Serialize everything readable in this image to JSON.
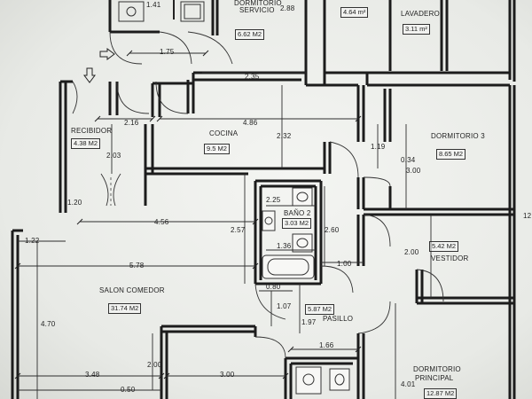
{
  "rooms": {
    "dormitorio_servicio": {
      "name_line1": "DORMITORIO",
      "name_line2": "SERVICIO",
      "area": "6.62 M2"
    },
    "lavadero": {
      "name": "LAVADERO",
      "area": "3.11 m²"
    },
    "top_area": "4.64 m²",
    "recibidor": {
      "name": "RECIBIDOR",
      "area": "4.38 M2"
    },
    "cocina": {
      "name": "COCINA",
      "area": "9.5 M2"
    },
    "dormitorio_3": {
      "name": "DORMITORIO 3",
      "area": "8.65 M2"
    },
    "bano_2": {
      "name": "BAÑO 2",
      "area": "3.03 M2"
    },
    "vestidor": {
      "name": "VESTIDOR",
      "area": "5.42 M2"
    },
    "salon_comedor": {
      "name": "SALON COMEDOR",
      "area": "31.74 M2"
    },
    "pasillo": {
      "name": "PASILLO",
      "area": "5.87 M2"
    },
    "dormitorio_principal": {
      "name_line1": "DORMITORIO",
      "name_line2": "PRINCIPAL",
      "area": "12.87 M2"
    }
  },
  "dimensions": {
    "d_1_41": "1.41",
    "d_2_88": "2.88",
    "d_1_75": "1.75",
    "d_2_35": "2.35",
    "d_2_16": "2.16",
    "d_4_86": "4.86",
    "d_2_32": "2.32",
    "d_1_19": "1.19",
    "d_0_34": "0.34",
    "d_3_00_right": "3.00",
    "d_2_03": "2.03",
    "d_1_20": "1.20",
    "d_2_25": "2.25",
    "d_4_56": "4.56",
    "d_2_57": "2.57",
    "d_2_60": "2.60",
    "d_1_22": "1.22",
    "d_1_36": "1.36",
    "d_2_00_vest": "2.00",
    "d_1_00": "1.00",
    "d_5_78": "5.78",
    "d_0_80": "0.80",
    "d_1_07": "1.07",
    "d_1_97": "1.97",
    "d_4_70": "4.70",
    "d_1_66": "1.66",
    "d_2_00_low": "2.00",
    "d_3_48": "3.48",
    "d_3_00_low": "3.00",
    "d_0_50": "0.50",
    "d_4_01": "4.01",
    "d_edge_12": "12"
  },
  "icons": [
    "entry-arrow-icon",
    "entry-arrow-down-icon"
  ]
}
